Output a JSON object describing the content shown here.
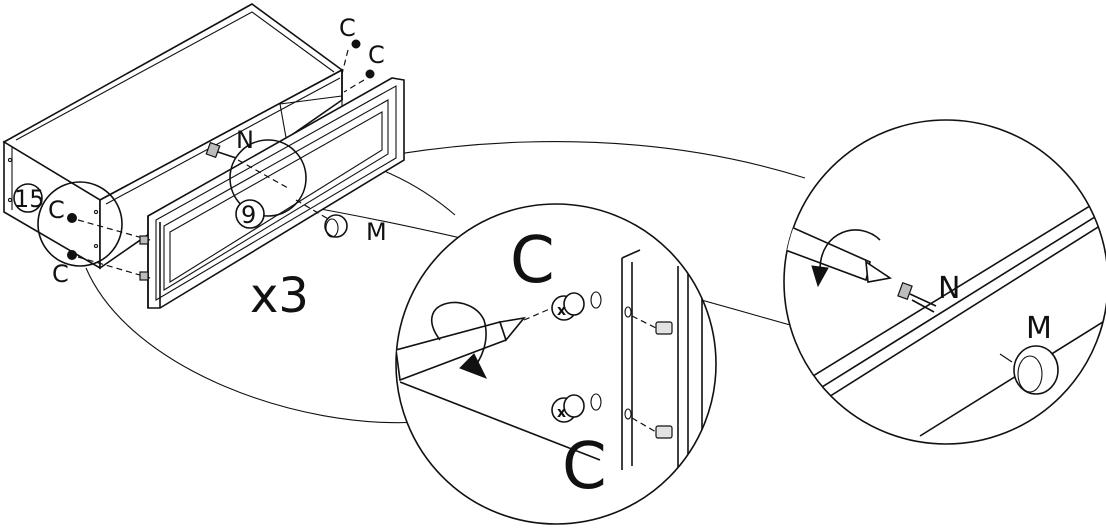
{
  "figure": {
    "labels": {
      "overview_c_top_1": "C",
      "overview_c_top_2": "C",
      "overview_c_left_1": "C",
      "overview_c_left_2": "C",
      "overview_n": "N",
      "overview_m": "M",
      "step_15": "15",
      "step_9": "9",
      "multiplier": "x3",
      "detail_left_c_top": "C",
      "detail_left_c_bottom": "C",
      "detail_right_n": "N",
      "detail_right_m": "M"
    }
  }
}
